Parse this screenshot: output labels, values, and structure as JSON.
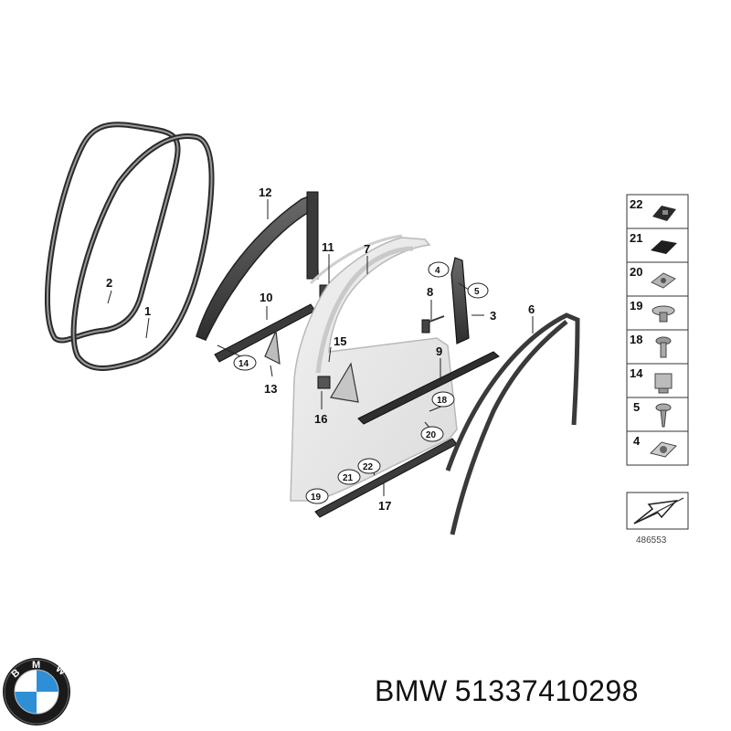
{
  "diagram": {
    "part_numbers": {
      "p1": "1",
      "p2": "2",
      "p3": "3",
      "p4": "4",
      "p5": "5",
      "p6": "6",
      "p7": "7",
      "p8": "8",
      "p9": "9",
      "p10": "10",
      "p11": "11",
      "p12": "12",
      "p13": "13",
      "p14": "14",
      "p15": "15",
      "p16": "16",
      "p17": "17",
      "p18": "18",
      "p19": "19",
      "p20": "20",
      "p21": "21",
      "p22": "22"
    },
    "legend": [
      "22",
      "21",
      "20",
      "19",
      "18",
      "14",
      "5",
      "4"
    ],
    "reference_number": "486553"
  },
  "caption": {
    "brand": "BMW",
    "part_number": "51337410298"
  },
  "logo": {
    "letters": "BMW",
    "colors": {
      "blue": "#2f8fd6",
      "ring": "#1a1a1a",
      "white": "#ffffff"
    }
  }
}
